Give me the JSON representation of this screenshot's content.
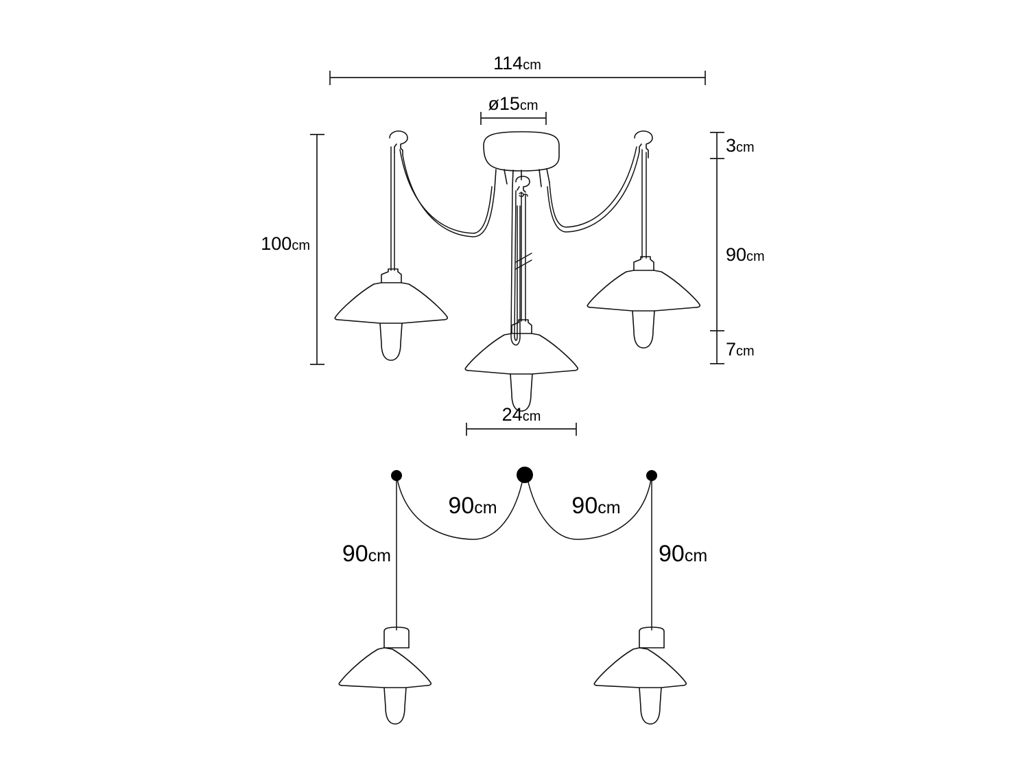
{
  "drawing": {
    "title": "Pendant Lamp Dimension Drawing",
    "background_color": "#ffffff",
    "line_color": "#111111",
    "text_color": "#000000"
  },
  "elevation_view": {
    "name": "front-elevation-view",
    "dimensions": {
      "overall_width": {
        "value": "114",
        "unit": "cm",
        "label": "114cm"
      },
      "canopy_diameter": {
        "value": "15",
        "unit": "cm",
        "label": "ø15cm",
        "symbol": "ø"
      },
      "total_height": {
        "value": "100",
        "unit": "cm",
        "label": "100cm"
      },
      "canopy_height": {
        "value": "3",
        "unit": "cm",
        "label": "3cm"
      },
      "cable_drop": {
        "value": "90",
        "unit": "cm",
        "label": "90cm"
      },
      "shade_height": {
        "value": "7",
        "unit": "cm",
        "label": "7cm"
      },
      "shade_diameter": {
        "value": "24",
        "unit": "cm",
        "label": "24cm"
      }
    },
    "parts": {
      "canopy": "ceiling-canopy",
      "hooks": [
        "left-ceiling-hook",
        "center-ceiling-hook",
        "right-ceiling-hook"
      ],
      "lamps": [
        "left-pendant-lamp",
        "center-pendant-lamp",
        "right-pendant-lamp"
      ],
      "break_symbol": "cable-break-symbol"
    }
  },
  "plan_view": {
    "name": "cable-layout-view",
    "dimensions": {
      "span_left": {
        "value": "90",
        "unit": "cm",
        "label": "90cm"
      },
      "span_right": {
        "value": "90",
        "unit": "cm",
        "label": "90cm"
      },
      "drop_left": {
        "value": "90",
        "unit": "cm",
        "label": "90cm"
      },
      "drop_right": {
        "value": "90",
        "unit": "cm",
        "label": "90cm"
      }
    },
    "nodes": [
      "left-mount-point",
      "center-mount-point",
      "right-mount-point"
    ],
    "lamps": [
      "left-pendant-lamp",
      "right-pendant-lamp"
    ]
  },
  "labels": {
    "width_114": "114",
    "width_114_unit": "cm",
    "dia_15": "ø15",
    "dia_15_unit": "cm",
    "height_100": "100",
    "height_100_unit": "cm",
    "canopy_3": "3",
    "canopy_3_unit": "cm",
    "drop_90": "90",
    "drop_90_unit": "cm",
    "shade_7": "7",
    "shade_7_unit": "cm",
    "shade_24": "24",
    "shade_24_unit": "cm",
    "span_left_90": "90",
    "span_left_90_unit": "cm",
    "span_right_90": "90",
    "span_right_90_unit": "cm",
    "drop_left_90": "90",
    "drop_left_90_unit": "cm",
    "drop_right_90": "90",
    "drop_right_90_unit": "cm"
  }
}
